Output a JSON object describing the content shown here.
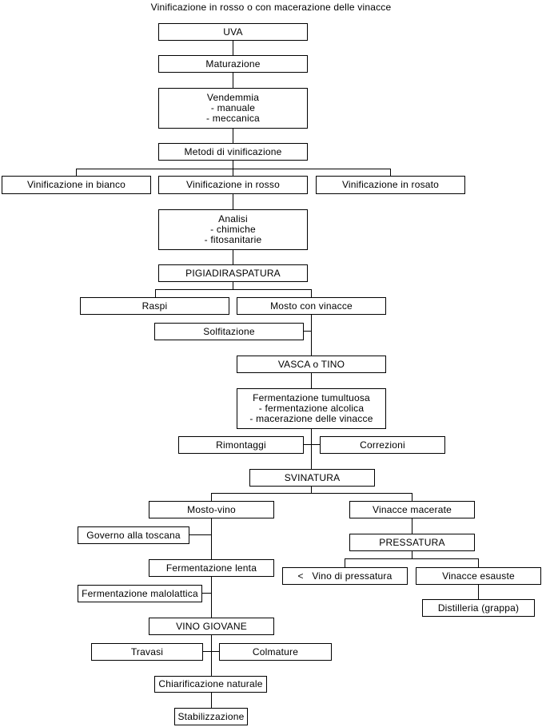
{
  "title": "Vinificazione in rosso o con macerazione delle vinacce",
  "nodes": {
    "uva": "UVA",
    "maturazione": "Maturazione",
    "vendemmia": [
      "Vendemmia",
      "- manuale",
      "- meccanica"
    ],
    "metodi": "Metodi di vinificazione",
    "bianco": "Vinificazione in bianco",
    "rosso": "Vinificazione in rosso",
    "rosato": "Vinificazione in rosato",
    "analisi": [
      "Analisi",
      "- chimiche",
      "- fitosanitarie"
    ],
    "pigiadiraspatura": "PIGIADIRASPATURA",
    "raspi": "Raspi",
    "mosto_vinacce": "Mosto con vinacce",
    "solfitazione": "Solfitazione",
    "vasca": "VASCA o TINO",
    "fermentazione_tumultuosa": [
      "Fermentazione tumultuosa",
      "- fermentazione alcolica",
      "- macerazione delle vinacce"
    ],
    "rimontaggi": "Rimontaggi",
    "correzioni": "Correzioni",
    "svinatura": "SVINATURA",
    "mosto_vino": "Mosto-vino",
    "vinacce_macerate": "Vinacce macerate",
    "governo": "Governo alla toscana",
    "pressatura": "PRESSATURA",
    "fermentazione_lenta": "Fermentazione lenta",
    "vino_pressatura": "<   Vino di pressatura",
    "vinacce_esauste": "Vinacce esauste",
    "malolattica": "Fermentazione malolattica",
    "distilleria": "Distilleria (grappa)",
    "vino_giovane": "VINO GIOVANE",
    "travasi": "Travasi",
    "colmature": "Colmature",
    "chiarificazione": "Chiarificazione naturale",
    "stabilizzazione": "Stabilizzazione"
  }
}
